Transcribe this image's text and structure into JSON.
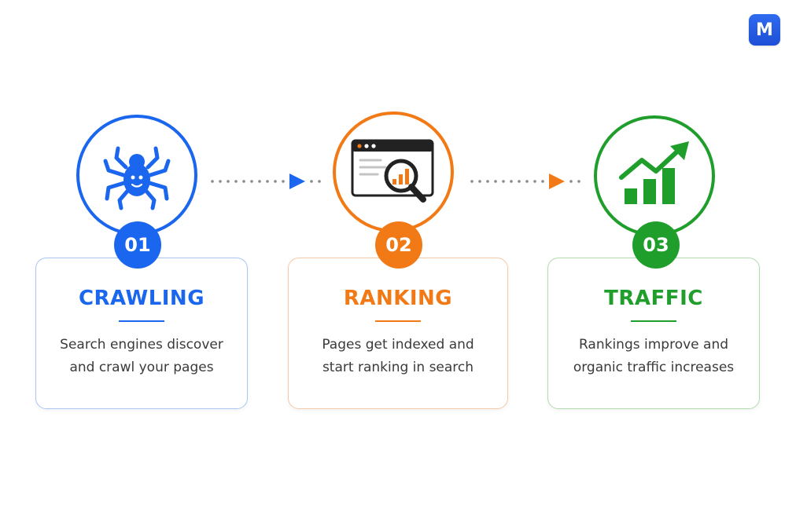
{
  "brand": {
    "logo_letter": "M",
    "logo_color": "#1f57e0"
  },
  "steps": [
    {
      "number": "01",
      "title": "CRAWLING",
      "description_line1": "Search engines discover",
      "description_line2": "and crawl your pages",
      "icon": "spider-icon",
      "color": "#1a66ee",
      "border_color": "#aac6f4"
    },
    {
      "number": "02",
      "title": "RANKING",
      "description_line1": "Pages get indexed and",
      "description_line2": "start ranking in search",
      "icon": "browser-magnifier-chart-icon",
      "color": "#f27a16",
      "border_color": "#f5c9a6"
    },
    {
      "number": "03",
      "title": "TRAFFIC",
      "description_line1": "Rankings improve and",
      "description_line2": "organic traffic increases",
      "icon": "growth-chart-icon",
      "color": "#1f9e2c",
      "border_color": "#b3dbb0"
    }
  ]
}
